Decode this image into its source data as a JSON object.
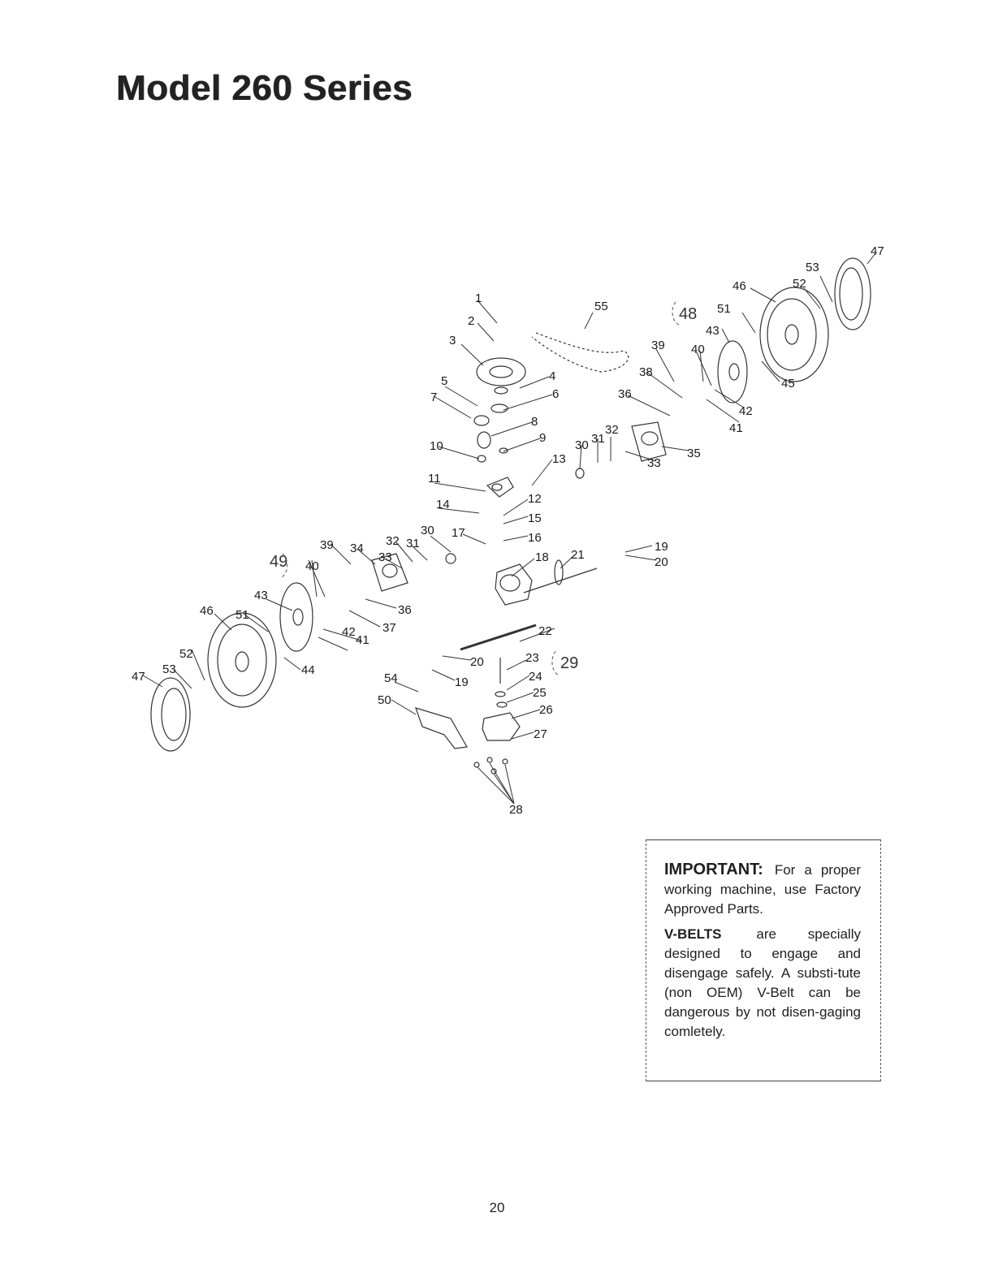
{
  "page": {
    "title": "Model 260 Series",
    "page_number": "20"
  },
  "diagram": {
    "callouts": [
      "1",
      "2",
      "3",
      "4",
      "5",
      "6",
      "7",
      "8",
      "9",
      "10",
      "11",
      "12",
      "13",
      "14",
      "15",
      "16",
      "17",
      "18",
      "19",
      "20",
      "21",
      "22",
      "19",
      "20",
      "23",
      "24",
      "25",
      "26",
      "27",
      "28",
      "29",
      "30",
      "31",
      "32",
      "33",
      "35",
      "36",
      "38",
      "39",
      "40",
      "41",
      "42",
      "43",
      "45",
      "46",
      "47",
      "48",
      "51",
      "52",
      "53",
      "55",
      "30",
      "31",
      "32",
      "33",
      "34",
      "36",
      "37",
      "39",
      "40",
      "41",
      "42",
      "43",
      "44",
      "46",
      "47",
      "49",
      "50",
      "51",
      "52",
      "53",
      "54"
    ],
    "group_labels": [
      "48",
      "49",
      "29"
    ]
  },
  "notice": {
    "important_label": "IMPORTANT:",
    "important_text": "For a proper working machine, use Factory Approved Parts.",
    "vbelts_label": "V-BELTS",
    "vbelts_text": "are specially designed to engage and disengage safely. A substi-tute (non OEM) V-Belt can be dangerous by not disen-gaging comletely."
  }
}
